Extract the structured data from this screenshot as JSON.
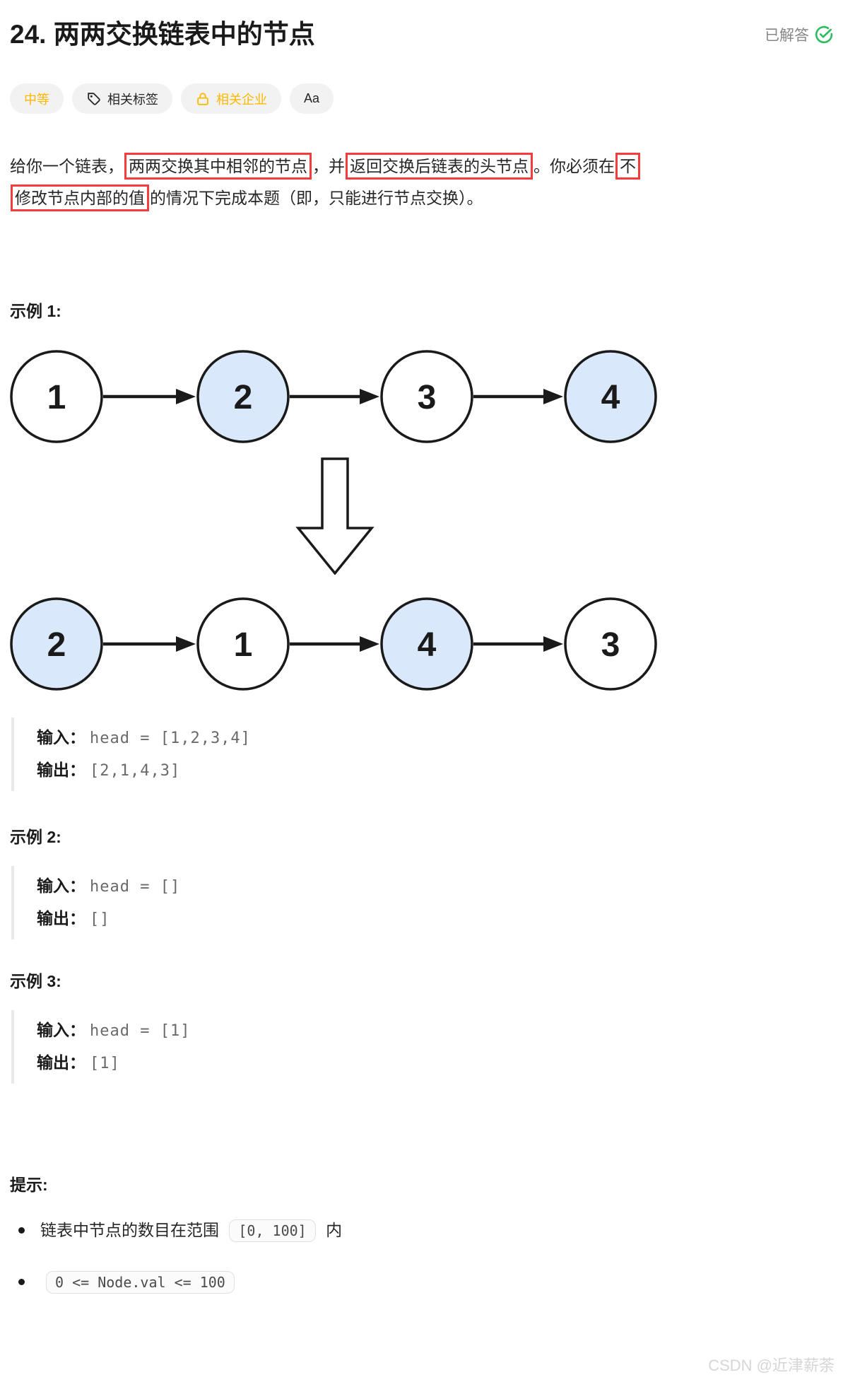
{
  "header": {
    "title": "24. 两两交换链表中的节点",
    "solved_label": "已解答"
  },
  "tags": {
    "difficulty": "中等",
    "related_tags": "相关标签",
    "related_companies": "相关企业",
    "font_adjust": "Aa"
  },
  "description": {
    "lines": [
      [
        {
          "text": "给你一个链表，",
          "boxed": false
        },
        {
          "text": "两两交换其中相邻的节点",
          "boxed": true
        },
        {
          "text": "，并",
          "boxed": false
        },
        {
          "text": "返回交换后链表的头节点",
          "boxed": true
        },
        {
          "text": "。你必须在",
          "boxed": false
        },
        {
          "text": "不",
          "boxed": true
        }
      ],
      [
        {
          "text": "修改节点内部的值",
          "boxed": true
        },
        {
          "text": "的情况下完成本题（即，只能进行节点交换）。",
          "boxed": false
        }
      ]
    ]
  },
  "example1": {
    "heading": "示例 1:",
    "diagram": {
      "before": {
        "values": [
          "1",
          "2",
          "3",
          "4"
        ],
        "highlighted": [
          false,
          true,
          false,
          true
        ]
      },
      "after": {
        "values": [
          "2",
          "1",
          "4",
          "3"
        ],
        "highlighted": [
          true,
          false,
          true,
          false
        ]
      }
    },
    "input_label": "输入：",
    "input_value": "head = [1,2,3,4]",
    "output_label": "输出：",
    "output_value": "[2,1,4,3]"
  },
  "example2": {
    "heading": "示例 2:",
    "input_label": "输入：",
    "input_value": "head = []",
    "output_label": "输出：",
    "output_value": "[]"
  },
  "example3": {
    "heading": "示例 3:",
    "input_label": "输入：",
    "input_value": "head = [1]",
    "output_label": "输出：",
    "output_value": "[1]"
  },
  "hints": {
    "heading": "提示:",
    "items": [
      [
        {
          "text": "链表中节点的数目在范围 "
        },
        {
          "code": "[0, 100]"
        },
        {
          "text": " 内"
        }
      ],
      [
        {
          "code": "0 <= Node.val <= 100"
        }
      ]
    ]
  },
  "watermark": "CSDN @近津薪荼",
  "colors": {
    "medium_yellow": "#ffb800",
    "solved_green": "#2cbb5d",
    "highlight_red": "#f53b3b",
    "node_blue": "#dae8fc"
  }
}
